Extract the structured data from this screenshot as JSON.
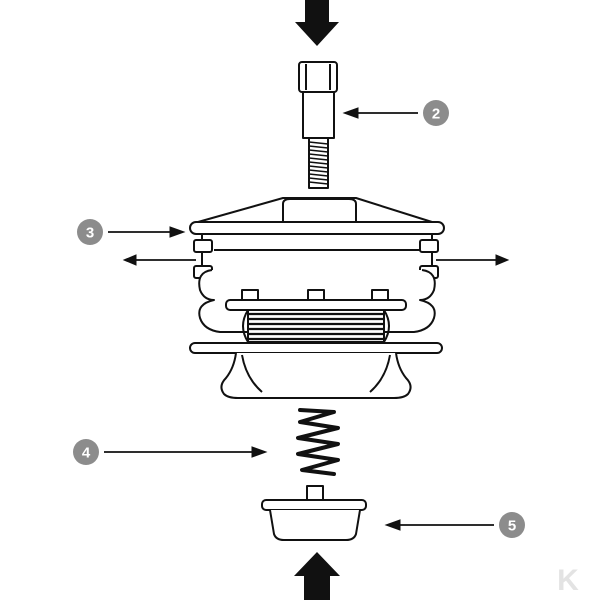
{
  "diagram": {
    "colors": {
      "line": "#111111",
      "fill": "#ffffff",
      "callout_badge": "#8c8c8c",
      "callout_text": "#ffffff",
      "watermark": "#e3e3e3"
    },
    "callouts": [
      {
        "label": "2"
      },
      {
        "label": "3"
      },
      {
        "label": "4"
      },
      {
        "label": "5"
      }
    ],
    "watermark": {
      "letter": "K"
    }
  }
}
